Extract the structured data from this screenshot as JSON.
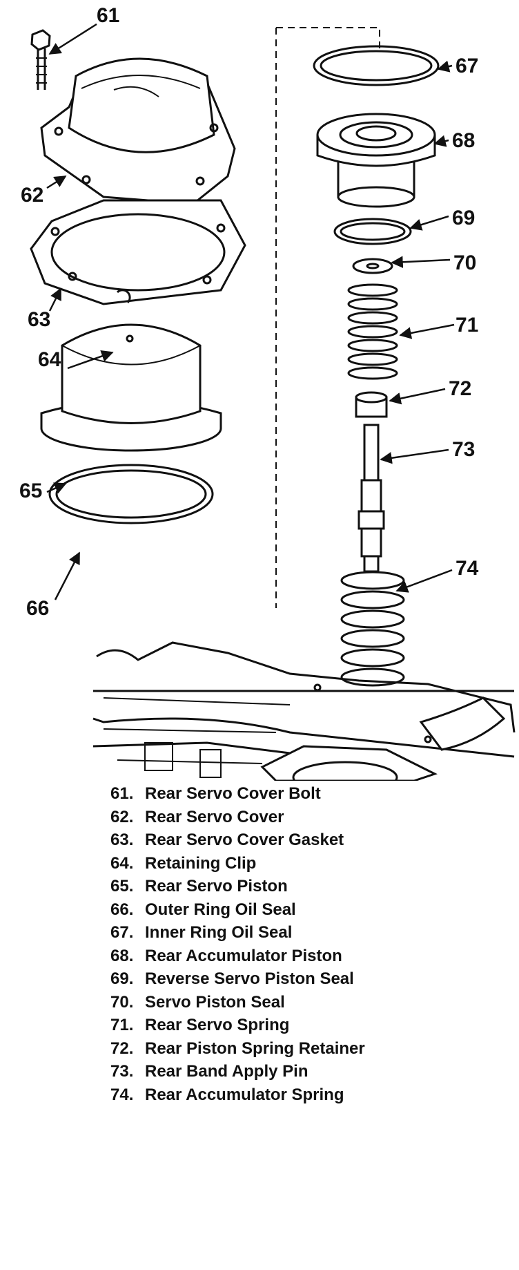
{
  "callouts": [
    "61",
    "62",
    "63",
    "64",
    "65",
    "66",
    "67",
    "68",
    "69",
    "70",
    "71",
    "72",
    "73",
    "74"
  ],
  "legend": [
    {
      "num": "61.",
      "label": "Rear Servo Cover Bolt"
    },
    {
      "num": "62.",
      "label": "Rear Servo Cover"
    },
    {
      "num": "63.",
      "label": "Rear Servo Cover Gasket"
    },
    {
      "num": "64.",
      "label": "Retaining Clip"
    },
    {
      "num": "65.",
      "label": "Rear Servo Piston"
    },
    {
      "num": "66.",
      "label": "Outer Ring Oil Seal"
    },
    {
      "num": "67.",
      "label": "Inner Ring Oil Seal"
    },
    {
      "num": "68.",
      "label": "Rear Accumulator Piston"
    },
    {
      "num": "69.",
      "label": "Reverse Servo Piston Seal"
    },
    {
      "num": "70.",
      "label": "Servo Piston Seal"
    },
    {
      "num": "71.",
      "label": "Rear Servo Spring"
    },
    {
      "num": "72.",
      "label": "Rear Piston Spring Retainer"
    },
    {
      "num": "73.",
      "label": "Rear Band Apply Pin"
    },
    {
      "num": "74.",
      "label": "Rear Accumulator Spring"
    }
  ]
}
